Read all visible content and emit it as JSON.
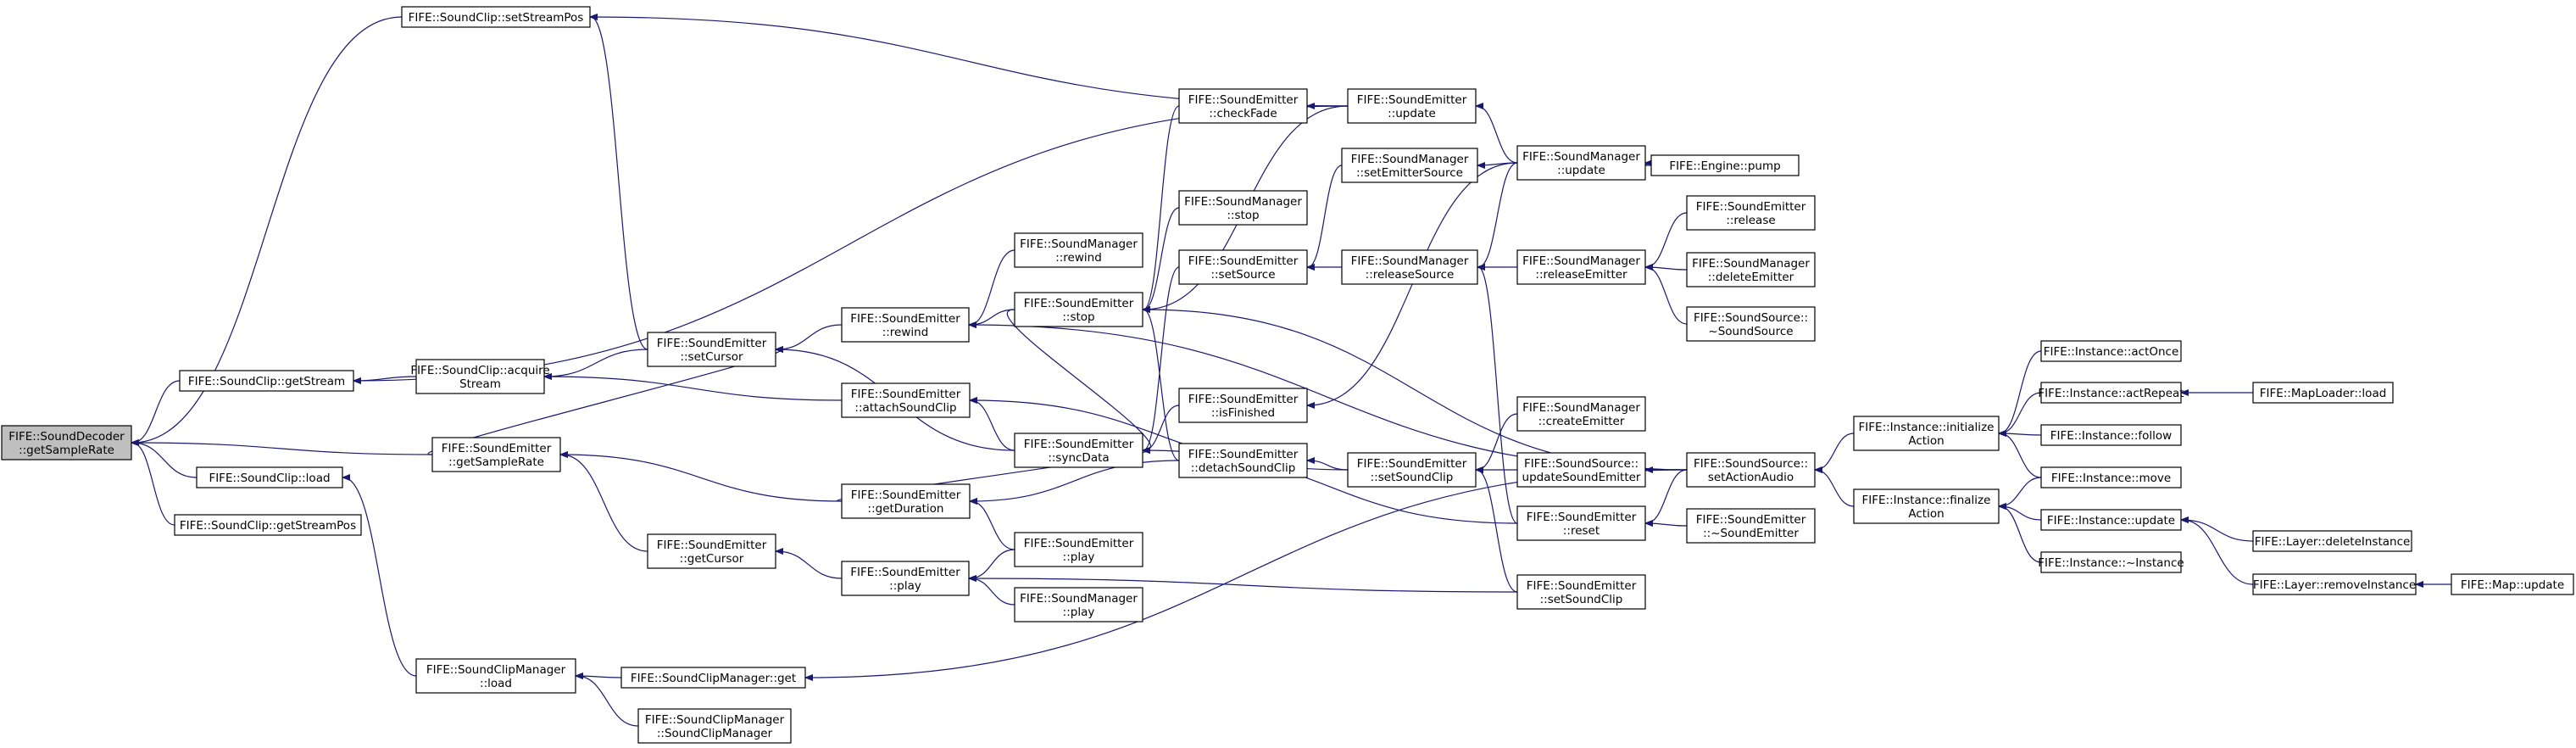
{
  "nodes": [
    {
      "id": "n0",
      "lines": [
        "FIFE::SoundDecoder",
        "::getSampleRate"
      ],
      "root": true
    },
    {
      "id": "n1",
      "lines": [
        "FIFE::SoundClip::setStreamPos"
      ]
    },
    {
      "id": "n2",
      "lines": [
        "FIFE::SoundClip::getStream"
      ]
    },
    {
      "id": "n3",
      "lines": [
        "FIFE::SoundClip::acquire",
        "Stream"
      ]
    },
    {
      "id": "n4",
      "lines": [
        "FIFE::SoundEmitter",
        "::setCursor"
      ]
    },
    {
      "id": "n5",
      "lines": [
        "FIFE::SoundEmitter",
        "::getSampleRate"
      ]
    },
    {
      "id": "n6",
      "lines": [
        "FIFE::SoundClip::load"
      ]
    },
    {
      "id": "n7",
      "lines": [
        "FIFE::SoundClip::getStreamPos"
      ]
    },
    {
      "id": "n8",
      "lines": [
        "FIFE::SoundEmitter",
        "::getCursor"
      ]
    },
    {
      "id": "n9",
      "lines": [
        "FIFE::SoundClipManager",
        "::load"
      ]
    },
    {
      "id": "n10",
      "lines": [
        "FIFE::SoundClipManager::get"
      ]
    },
    {
      "id": "n11",
      "lines": [
        "FIFE::SoundClipManager",
        "::SoundClipManager"
      ]
    },
    {
      "id": "n12",
      "lines": [
        "FIFE::SoundEmitter",
        "::rewind"
      ]
    },
    {
      "id": "n13",
      "lines": [
        "FIFE::SoundEmitter",
        "::attachSoundClip"
      ]
    },
    {
      "id": "n14",
      "lines": [
        "FIFE::SoundEmitter",
        "::syncData"
      ]
    },
    {
      "id": "n15",
      "lines": [
        "FIFE::SoundEmitter",
        "::getDuration"
      ]
    },
    {
      "id": "n16",
      "lines": [
        "FIFE::SoundEmitter",
        "::play"
      ]
    },
    {
      "id": "n17",
      "lines": [
        "FIFE::SoundManager",
        "::rewind"
      ]
    },
    {
      "id": "n18",
      "lines": [
        "FIFE::SoundEmitter",
        "::stop"
      ]
    },
    {
      "id": "n19",
      "lines": [
        "FIFE::SoundEmitter",
        "::play"
      ]
    },
    {
      "id": "n20",
      "lines": [
        "FIFE::SoundManager",
        "::play"
      ]
    },
    {
      "id": "n21",
      "lines": [
        "FIFE::SoundEmitter",
        "::checkFade"
      ]
    },
    {
      "id": "n22",
      "lines": [
        "FIFE::SoundManager",
        "::stop"
      ]
    },
    {
      "id": "n23",
      "lines": [
        "FIFE::SoundEmitter",
        "::setSource"
      ]
    },
    {
      "id": "n24",
      "lines": [
        "FIFE::SoundEmitter",
        "::isFinished"
      ]
    },
    {
      "id": "n25",
      "lines": [
        "FIFE::SoundEmitter",
        "::detachSoundClip"
      ]
    },
    {
      "id": "n26",
      "lines": [
        "FIFE::SoundEmitter",
        "::update"
      ]
    },
    {
      "id": "n27",
      "lines": [
        "FIFE::SoundManager",
        "::setEmitterSource"
      ]
    },
    {
      "id": "n28",
      "lines": [
        "FIFE::SoundManager",
        "::releaseSource"
      ]
    },
    {
      "id": "n29",
      "lines": [
        "FIFE::SoundEmitter",
        "::setSoundClip"
      ]
    },
    {
      "id": "n30",
      "lines": [
        "FIFE::SoundManager",
        "::update"
      ]
    },
    {
      "id": "n31",
      "lines": [
        "FIFE::SoundManager",
        "::releaseEmitter"
      ]
    },
    {
      "id": "n32",
      "lines": [
        "FIFE::SoundManager",
        "::createEmitter"
      ]
    },
    {
      "id": "n33",
      "lines": [
        "FIFE::SoundSource::",
        "updateSoundEmitter"
      ]
    },
    {
      "id": "n34",
      "lines": [
        "FIFE::SoundEmitter",
        "::reset"
      ]
    },
    {
      "id": "n35",
      "lines": [
        "FIFE::SoundEmitter",
        "::setSoundClip"
      ]
    },
    {
      "id": "n36",
      "lines": [
        "FIFE::Engine::pump"
      ]
    },
    {
      "id": "n37",
      "lines": [
        "FIFE::SoundEmitter",
        "::release"
      ]
    },
    {
      "id": "n38",
      "lines": [
        "FIFE::SoundManager",
        "::deleteEmitter"
      ]
    },
    {
      "id": "n39",
      "lines": [
        "FIFE::SoundSource::",
        "~SoundSource"
      ]
    },
    {
      "id": "n40",
      "lines": [
        "FIFE::SoundSource::",
        "setActionAudio"
      ]
    },
    {
      "id": "n41",
      "lines": [
        "FIFE::SoundEmitter",
        "::~SoundEmitter"
      ]
    },
    {
      "id": "n42",
      "lines": [
        "FIFE::Instance::initialize",
        "Action"
      ]
    },
    {
      "id": "n43",
      "lines": [
        "FIFE::Instance::finalize",
        "Action"
      ]
    },
    {
      "id": "n44",
      "lines": [
        "FIFE::Instance::actOnce"
      ]
    },
    {
      "id": "n45",
      "lines": [
        "FIFE::Instance::actRepeat"
      ]
    },
    {
      "id": "n46",
      "lines": [
        "FIFE::Instance::follow"
      ]
    },
    {
      "id": "n47",
      "lines": [
        "FIFE::Instance::move"
      ]
    },
    {
      "id": "n48",
      "lines": [
        "FIFE::Instance::update"
      ]
    },
    {
      "id": "n49",
      "lines": [
        "FIFE::Instance::~Instance"
      ]
    },
    {
      "id": "n50",
      "lines": [
        "FIFE::MapLoader::load"
      ]
    },
    {
      "id": "n51",
      "lines": [
        "FIFE::Layer::deleteInstance"
      ]
    },
    {
      "id": "n52",
      "lines": [
        "FIFE::Layer::removeInstance"
      ]
    },
    {
      "id": "n53",
      "lines": [
        "FIFE::Map::update"
      ]
    }
  ],
  "edges": [
    [
      "n1",
      "n0"
    ],
    [
      "n2",
      "n0"
    ],
    [
      "n5",
      "n0"
    ],
    [
      "n6",
      "n0"
    ],
    [
      "n7",
      "n0"
    ],
    [
      "n3",
      "n2"
    ],
    [
      "n26",
      "n2"
    ],
    [
      "n4",
      "n3"
    ],
    [
      "n13",
      "n3"
    ],
    [
      "n4",
      "n1"
    ],
    [
      "n26",
      "n1"
    ],
    [
      "n12",
      "n4"
    ],
    [
      "n14",
      "n4"
    ],
    [
      "n5",
      "n4"
    ],
    [
      "n8",
      "n5"
    ],
    [
      "n15",
      "n5"
    ],
    [
      "n9",
      "n6"
    ],
    [
      "n10",
      "n9"
    ],
    [
      "n11",
      "n9"
    ],
    [
      "n40",
      "n10"
    ],
    [
      "n16",
      "n8"
    ],
    [
      "n18",
      "n12"
    ],
    [
      "n17",
      "n12"
    ],
    [
      "n40",
      "n12"
    ],
    [
      "n14",
      "n13"
    ],
    [
      "n29",
      "n13"
    ],
    [
      "n23",
      "n14"
    ],
    [
      "n18",
      "n14"
    ],
    [
      "n24",
      "n14"
    ],
    [
      "n15",
      "n14"
    ],
    [
      "n34",
      "n14"
    ],
    [
      "n25",
      "n15"
    ],
    [
      "n19",
      "n15"
    ],
    [
      "n19",
      "n16"
    ],
    [
      "n20",
      "n16"
    ],
    [
      "n35",
      "n16"
    ],
    [
      "n21",
      "n18"
    ],
    [
      "n26",
      "n18"
    ],
    [
      "n22",
      "n18"
    ],
    [
      "n25",
      "n18"
    ],
    [
      "n40",
      "n18"
    ],
    [
      "n26",
      "n21"
    ],
    [
      "n28",
      "n23"
    ],
    [
      "n27",
      "n23"
    ],
    [
      "n30",
      "n24"
    ],
    [
      "n29",
      "n25"
    ],
    [
      "n30",
      "n26"
    ],
    [
      "n30",
      "n27"
    ],
    [
      "n30",
      "n28"
    ],
    [
      "n31",
      "n28"
    ],
    [
      "n34",
      "n28"
    ],
    [
      "n32",
      "n29"
    ],
    [
      "n33",
      "n29"
    ],
    [
      "n35",
      "n29"
    ],
    [
      "n36",
      "n30"
    ],
    [
      "n37",
      "n31"
    ],
    [
      "n38",
      "n31"
    ],
    [
      "n39",
      "n31"
    ],
    [
      "n40",
      "n33"
    ],
    [
      "n40",
      "n34"
    ],
    [
      "n41",
      "n34"
    ],
    [
      "n42",
      "n40"
    ],
    [
      "n43",
      "n40"
    ],
    [
      "n44",
      "n42"
    ],
    [
      "n45",
      "n42"
    ],
    [
      "n46",
      "n42"
    ],
    [
      "n47",
      "n42"
    ],
    [
      "n47",
      "n43"
    ],
    [
      "n48",
      "n43"
    ],
    [
      "n49",
      "n43"
    ],
    [
      "n50",
      "n45"
    ],
    [
      "n51",
      "n48"
    ],
    [
      "n52",
      "n48"
    ],
    [
      "n53",
      "n52"
    ]
  ]
}
